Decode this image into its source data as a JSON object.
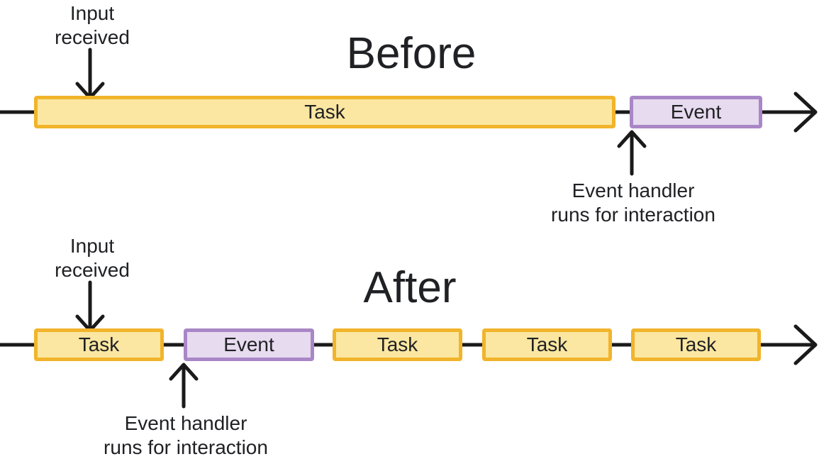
{
  "colors": {
    "task_fill": "#FBE7A1",
    "task_border": "#F1B42B",
    "event_fill": "#E7DBEF",
    "event_border": "#A987C6",
    "line": "#1A1A1A",
    "text": "#202124"
  },
  "diagram": {
    "before": {
      "title": "Before",
      "input_label_lines": [
        "Input",
        "received"
      ],
      "handler_label_lines": [
        "Event handler",
        "runs for interaction"
      ],
      "segments": [
        {
          "label": "Task",
          "type": "task"
        },
        {
          "label": "Event",
          "type": "event"
        }
      ]
    },
    "after": {
      "title": "After",
      "input_label_lines": [
        "Input",
        "received"
      ],
      "handler_label_lines": [
        "Event handler",
        "runs for interaction"
      ],
      "segments": [
        {
          "label": "Task",
          "type": "task"
        },
        {
          "label": "Event",
          "type": "event"
        },
        {
          "label": "Task",
          "type": "task"
        },
        {
          "label": "Task",
          "type": "task"
        },
        {
          "label": "Task",
          "type": "task"
        }
      ]
    }
  }
}
